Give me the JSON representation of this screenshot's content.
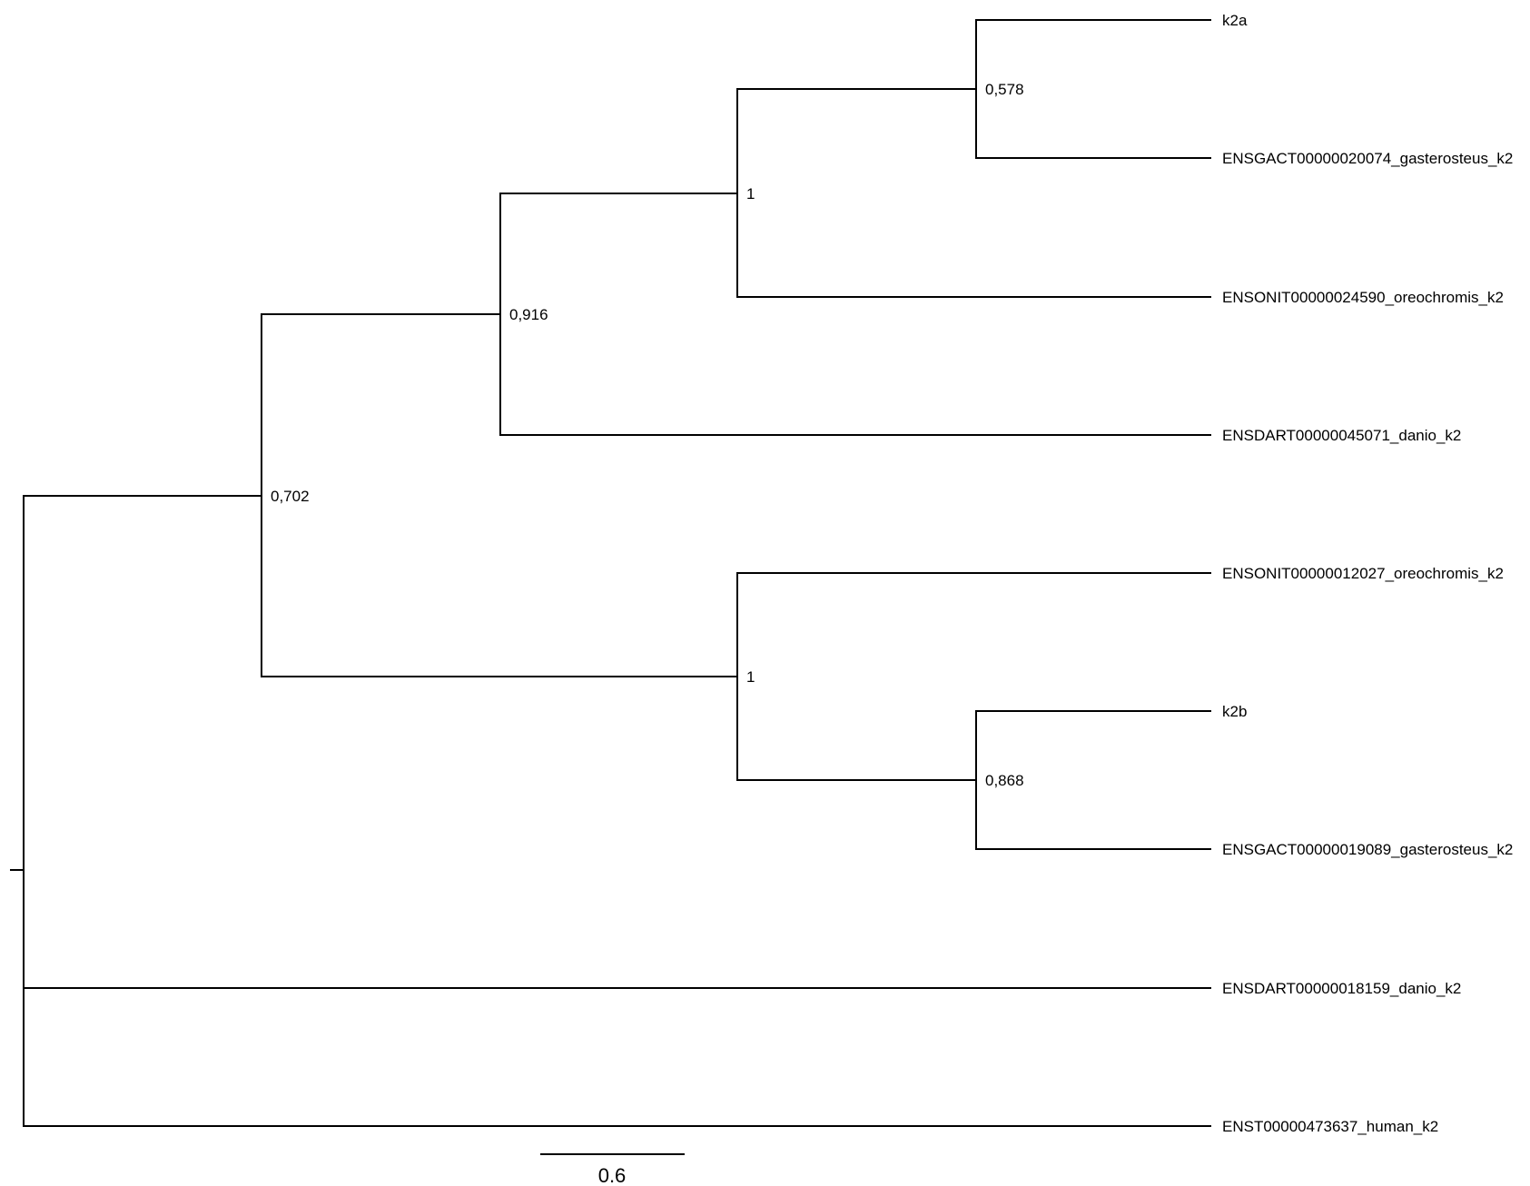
{
  "tree": {
    "tips": {
      "k2a": "k2a",
      "gac_020074": "ENSGACT00000020074_gasterosteus_k2",
      "oni_024590": "ENSONIT00000024590_oreochromis_k2",
      "dar_045071": "ENSDART00000045071_danio_k2",
      "oni_012027": "ENSONIT00000012027_oreochromis_k2",
      "k2b": "k2b",
      "gac_019089": "ENSGACT00000019089_gasterosteus_k2",
      "dar_018159": "ENSDART00000018159_danio_k2",
      "human": "ENST00000473637_human_k2"
    },
    "supports": {
      "n_a": "0,578",
      "n_b": "1",
      "n_c": "0,916",
      "n_d": "0,702",
      "n_e": "1",
      "n_f": "0,868"
    }
  },
  "scale_bar": {
    "label": "0.6",
    "length": 0.6
  },
  "colors": {
    "line": "#000000",
    "text": "#000000",
    "background": "#ffffff"
  }
}
